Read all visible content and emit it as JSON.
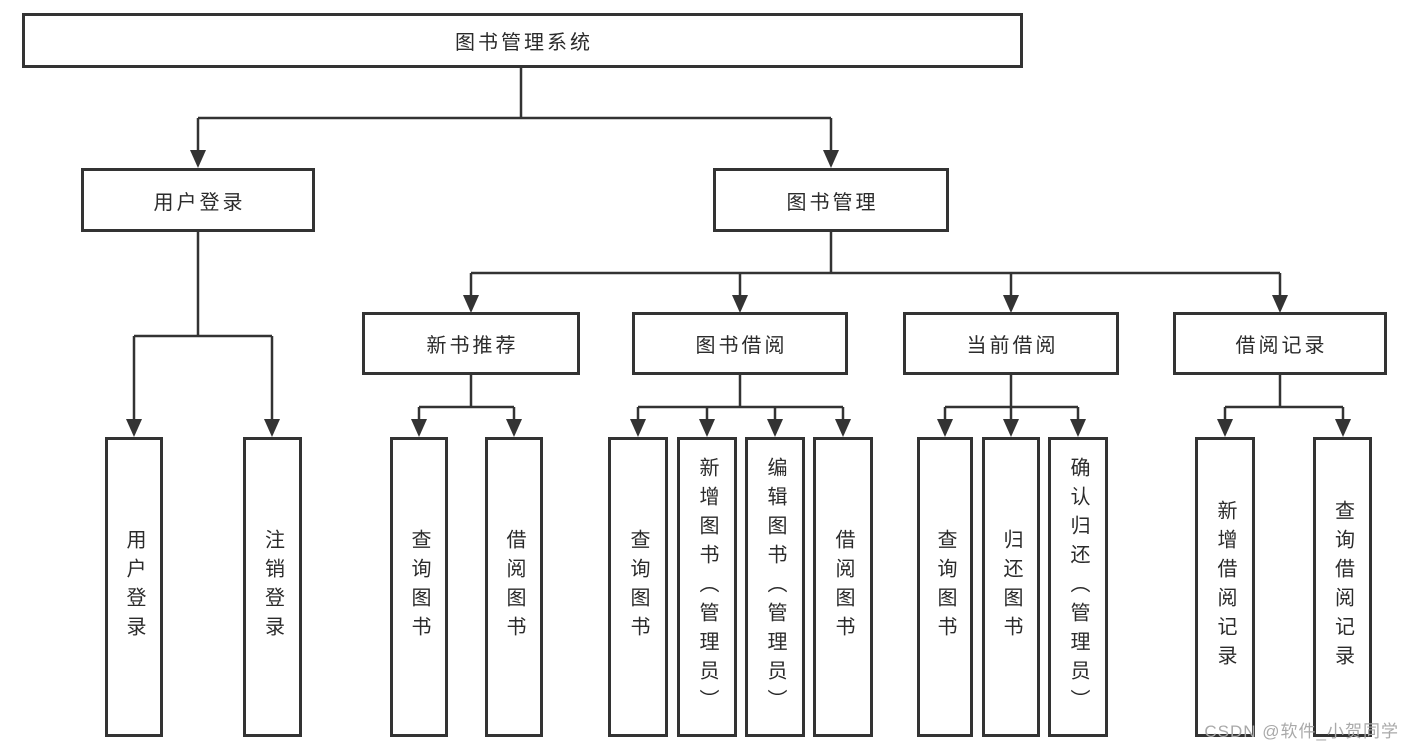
{
  "diagram": {
    "root": "图书管理系统",
    "level2": {
      "user_login": "用户登录",
      "book_mgmt": "图书管理"
    },
    "level3": {
      "new_books": "新书推荐",
      "book_borrow": "图书借阅",
      "current_borrow": "当前借阅",
      "borrow_records": "借阅记录"
    },
    "leaves": {
      "user_login": [
        "用户登录",
        "注销登录"
      ],
      "new_books": [
        "查询图书",
        "借阅图书"
      ],
      "book_borrow": [
        "查询图书",
        "新增图书（管理员）",
        "编辑图书（管理员）",
        "借阅图书"
      ],
      "current_borrow": [
        "查询图书",
        "归还图书",
        "确认归还（管理员）"
      ],
      "borrow_records": [
        "新增借阅记录",
        "查询借阅记录"
      ]
    }
  },
  "watermark": "CSDN @软件_小贺同学",
  "colors": {
    "line": "#333333",
    "box_border": "#333333",
    "text": "#2b2b2b",
    "watermark": "#a9a9a9",
    "background": "#ffffff"
  }
}
